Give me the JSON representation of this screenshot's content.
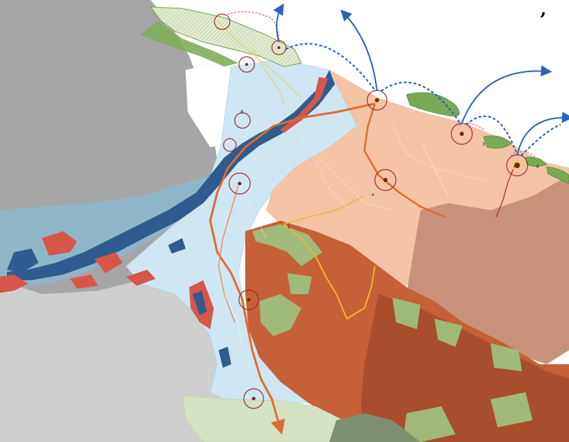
{
  "map": {
    "colors": {
      "outside_dark": "#a6a6a6",
      "outside_light": "#cfcfcf",
      "sea": "#8fb6c8",
      "river_light": "#cfe6f3",
      "plain_peach": "#f5c3a6",
      "upland_tan": "#c8927a",
      "forest_orange": "#c56037",
      "forest_dark": "#a84e2c",
      "meadow_green": "#9fbf7e",
      "pale_green": "#d3e2c0",
      "wetland_blue": "#2f5b8e",
      "wetland_red": "#d8554a",
      "route_orange": "#e06a2e",
      "route_yellow": "#f0b533",
      "flow_blue": "#2a63b8",
      "flow_pink": "#e27fb0",
      "node_ring": "#9c2a2a",
      "shoal_green": "#6f9f4a"
    },
    "labels": {
      "node_a": "8",
      "node_b": "1",
      "node_c": "8",
      "node_d": "3",
      "corner_glyph": "’"
    },
    "icons": {
      "node": "circle-node-icon",
      "flow": "arrow-flow-icon"
    }
  }
}
